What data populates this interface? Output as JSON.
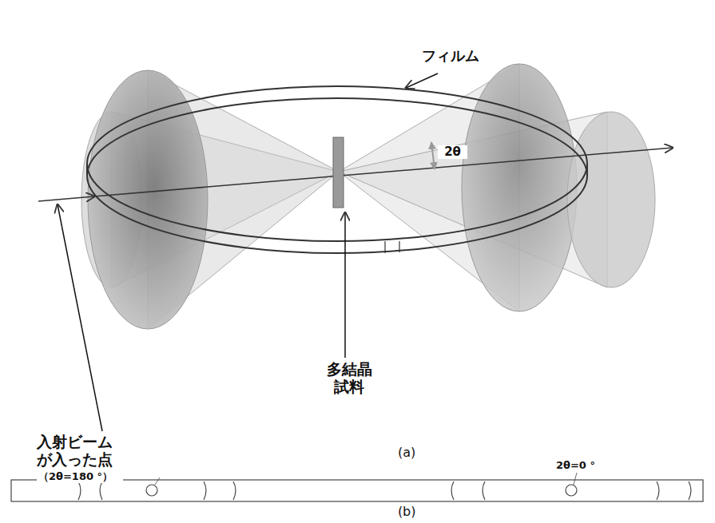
{
  "diagram": {
    "labels": [
      "フィルム",
      "2θ",
      "多結晶 試料",
      "入射ビーム が入った点",
      "（2θ=180 °）",
      "(a)",
      "2θ=0 °",
      "(b)"
    ]
  }
}
